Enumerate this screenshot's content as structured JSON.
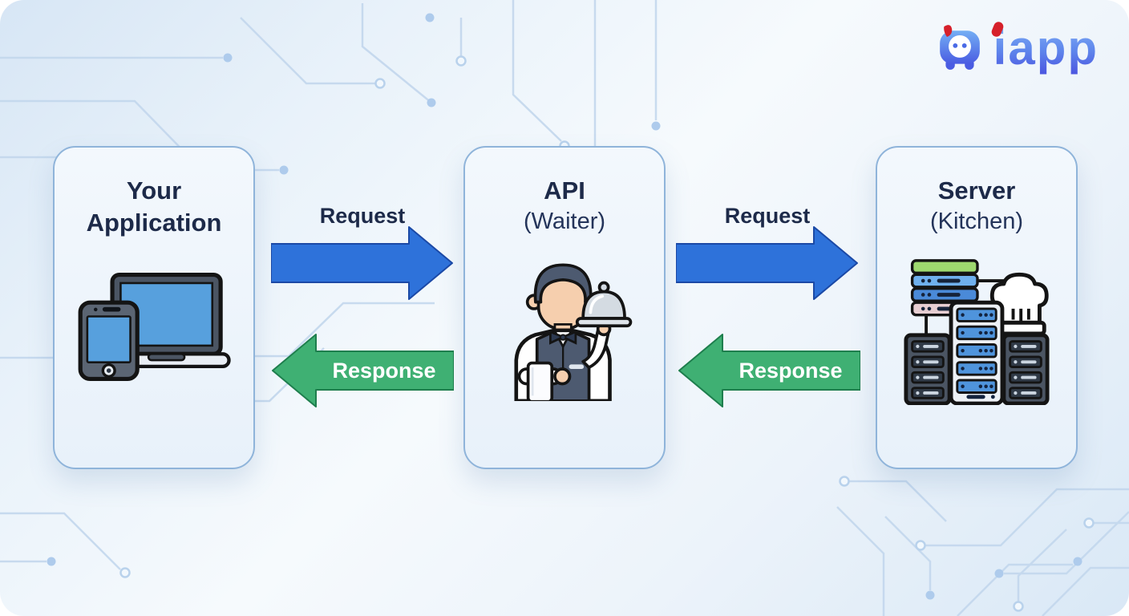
{
  "logo": {
    "text": "iapp",
    "icon": "robot-face-icon"
  },
  "cards": [
    {
      "id": "application",
      "title": "Your Application",
      "subtitle": "",
      "illustration": "laptop-and-phone"
    },
    {
      "id": "api",
      "title": "API",
      "subtitle": "(Waiter)",
      "illustration": "waiter-with-cloche"
    },
    {
      "id": "server",
      "title": "Server",
      "subtitle": "(Kitchen)",
      "illustration": "server-racks-with-chef-hat"
    }
  ],
  "flows": [
    {
      "request_label": "Request",
      "response_label": "Response"
    },
    {
      "request_label": "Request",
      "response_label": "Response"
    }
  ],
  "colors": {
    "request_arrow": "#2e72da",
    "request_arrow_outline": "#1b49a6",
    "response_arrow": "#3fb073",
    "response_arrow_outline": "#1e7e4d",
    "title_text": "#1d2a49",
    "card_border": "#8fb4da",
    "logo_gradient_start": "#85b6f6",
    "logo_gradient_end": "#4b55e0",
    "logo_accent_red": "#d6202a",
    "background_tint": "#d7e6f5"
  }
}
